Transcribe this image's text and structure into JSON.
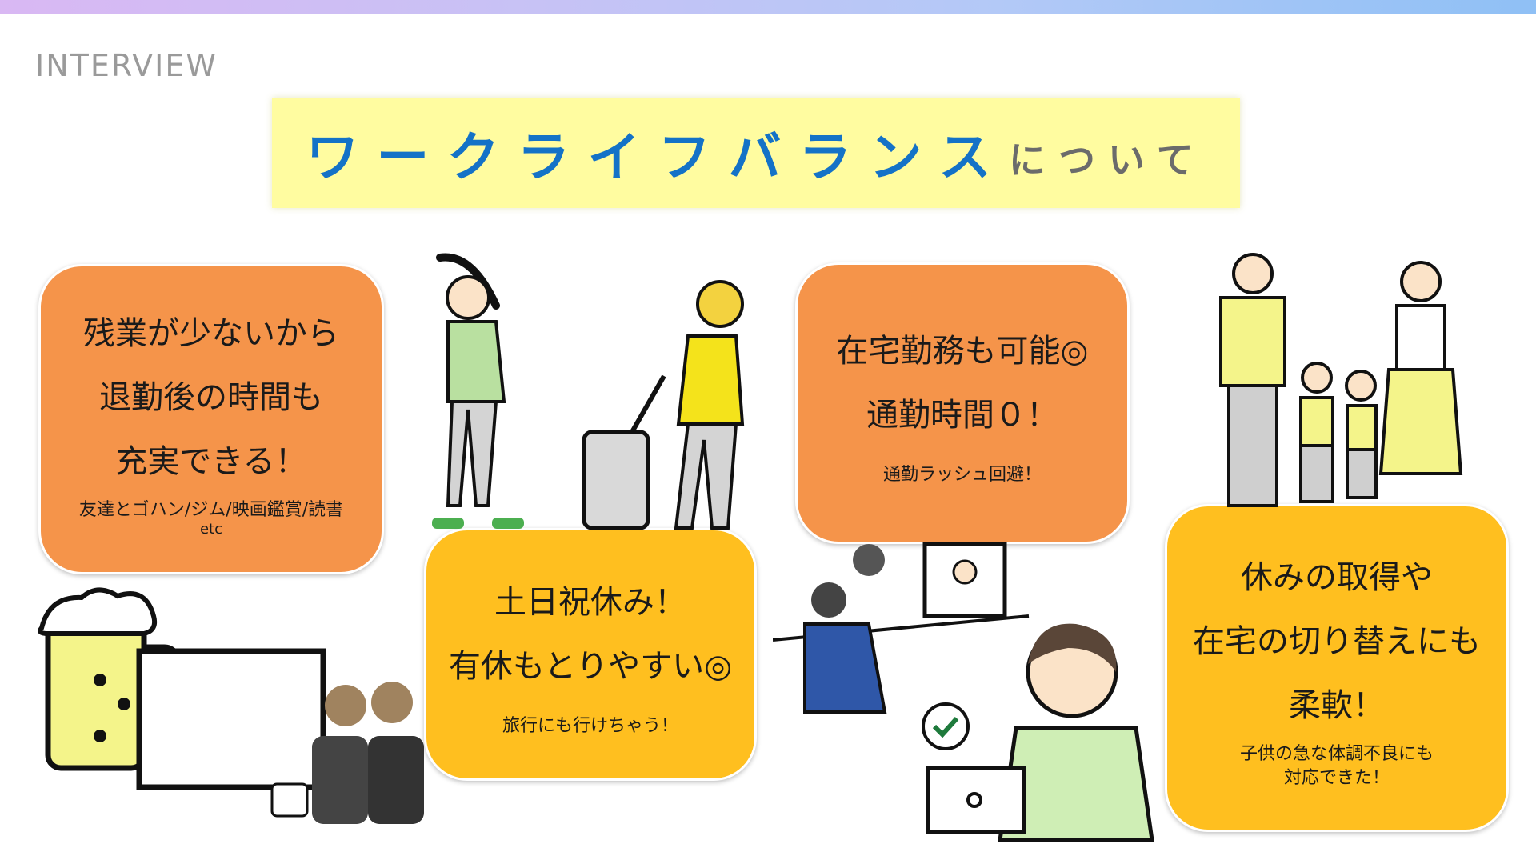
{
  "header": {
    "section_label": "INTERVIEW",
    "title_main": "ワークライフバランス",
    "title_sub": "について"
  },
  "cards": [
    {
      "lines": [
        "残業が少ないから",
        "退勤後の時間も",
        "充実できる！"
      ],
      "note": "友達とゴハン/ジム/映画鑑賞/読書",
      "note2": "etc"
    },
    {
      "lines": [
        "土日祝休み！",
        "有休もとりやすい◎"
      ],
      "note": "旅行にも行けちゃう！"
    },
    {
      "lines": [
        "在宅勤務も可能◎",
        "通勤時間０！"
      ],
      "note": "通勤ラッシュ回避！"
    },
    {
      "lines": [
        "休みの取得や",
        "在宅の切り替えにも",
        "柔軟！"
      ],
      "note": "子供の急な体調不良にも",
      "note2": "対応できた！"
    }
  ],
  "colors": {
    "orange_card": "#f5944a",
    "yellow_card": "#ffbf1f",
    "title_blue": "#1472c7",
    "banner_yellow": "#fffca0"
  },
  "illustrations": [
    "beer-mug-icon",
    "movie-watchers-icon",
    "stretching-man-icon",
    "traveler-woman-icon",
    "online-meeting-icon",
    "laptop-woman-icon",
    "family-icon"
  ]
}
